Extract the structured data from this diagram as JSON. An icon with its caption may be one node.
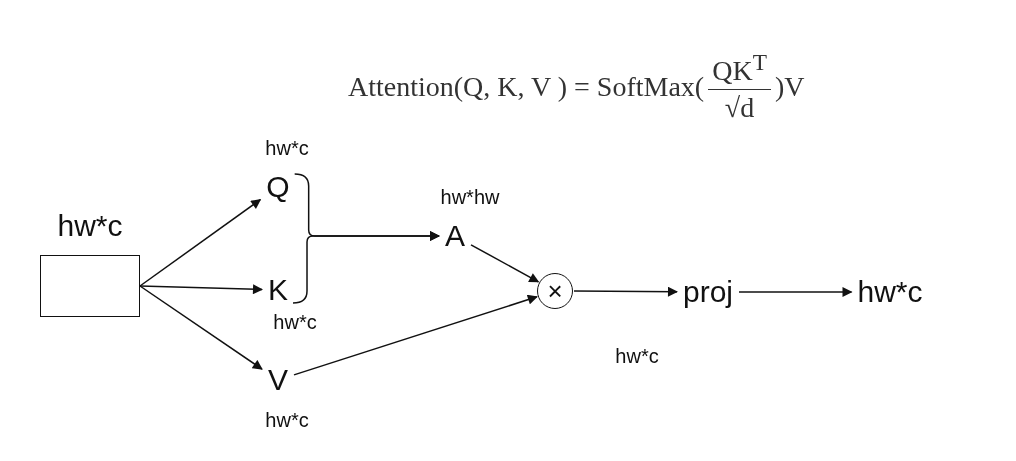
{
  "diagram": {
    "nodes": [
      {
        "text": [
          "hw*c"
        ]
      },
      {
        "text": [
          "Q"
        ],
        "beside": [
          "hw*c"
        ]
      },
      {
        "text": [
          "K"
        ],
        "beside": [
          "hw*c"
        ]
      },
      {
        "text": [
          "V"
        ],
        "beside": [
          "hw*c"
        ]
      },
      {
        "text": [
          "A"
        ],
        "beside": [
          "hw*hw"
        ]
      },
      {
        "text": [
          "×"
        ]
      },
      {
        "text": [
          "proj"
        ]
      },
      {
        "text": [
          "hw*c"
        ]
      }
    ],
    "edges": [
      {
        "from": 0,
        "to": 1,
        "arrow": "to"
      },
      {
        "from": 0,
        "to": 2,
        "arrow": "to"
      },
      {
        "from": 0,
        "to": 3,
        "arrow": "to"
      },
      {
        "from": 1,
        "to": 4,
        "arrow": "to"
      },
      {
        "from": 2,
        "to": 4,
        "arrow": "to"
      },
      {
        "from": 4,
        "to": 5,
        "arrow": "to"
      },
      {
        "from": 3,
        "to": 5,
        "arrow": "to"
      },
      {
        "from": 5,
        "to": 6,
        "arrow": "to"
      },
      {
        "from": 6,
        "to": 7,
        "arrow": "to"
      }
    ],
    "labels": [
      "Attention(Q, K, V ) = SoftMax(",
      "QK$^{T}$",
      "√d",
      ")V",
      "hw*c"
    ]
  }
}
